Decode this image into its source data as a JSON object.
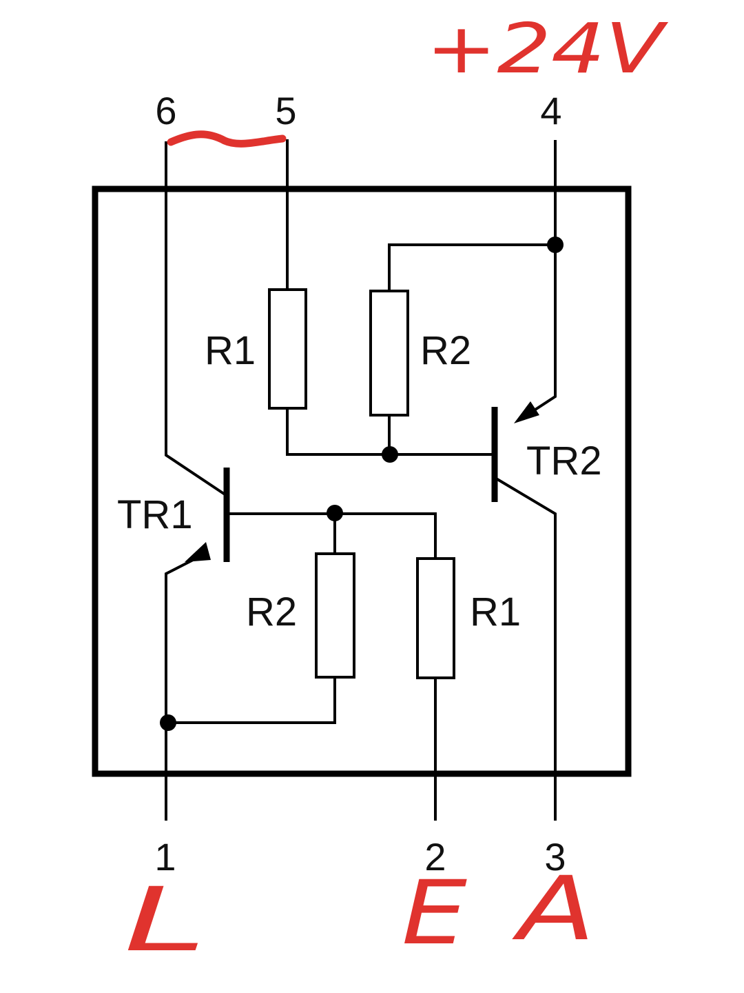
{
  "pins": {
    "p1": "1",
    "p2": "2",
    "p3": "3",
    "p4": "4",
    "p5": "5",
    "p6": "6"
  },
  "components": {
    "r1_top": "R1",
    "r2_top": "R2",
    "r1_bottom": "R1",
    "r2_bottom": "R2",
    "tr1": "TR1",
    "tr2": "TR2"
  },
  "annotations": {
    "supply": "+24V",
    "pin1_note": "L",
    "pin2_note": "E",
    "pin3_note": "A",
    "color": "#e0332e"
  },
  "colors": {
    "ink": "#000000",
    "annotation": "#e0332e"
  }
}
